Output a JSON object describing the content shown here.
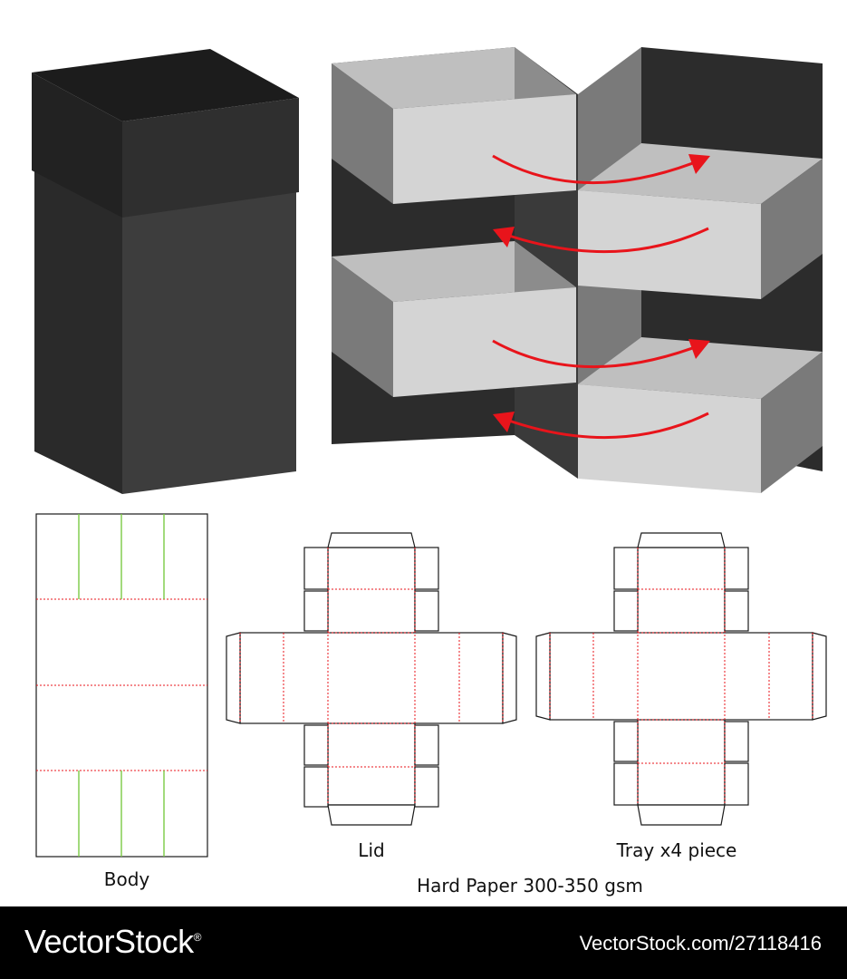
{
  "colors": {
    "box_dark": "#2f2f2f",
    "box_darker": "#1f1f1f",
    "box_mid": "#3d3d3d",
    "panel_light": "#d4d4d4",
    "panel_mid": "#7a7a7a",
    "arrow": "#e8141b",
    "fold_line": "#e8141b",
    "glue_line": "#7ac943",
    "outline": "#1a1a1a",
    "footer_bg": "#000000"
  },
  "labels": {
    "body": "Body",
    "lid": "Lid",
    "tray": "Tray x4 piece",
    "material": "Hard Paper 300-350 gsm"
  },
  "footer": {
    "brand": "VectorStock",
    "registered": "®",
    "image_id": "VectorStock.com/27118416"
  }
}
